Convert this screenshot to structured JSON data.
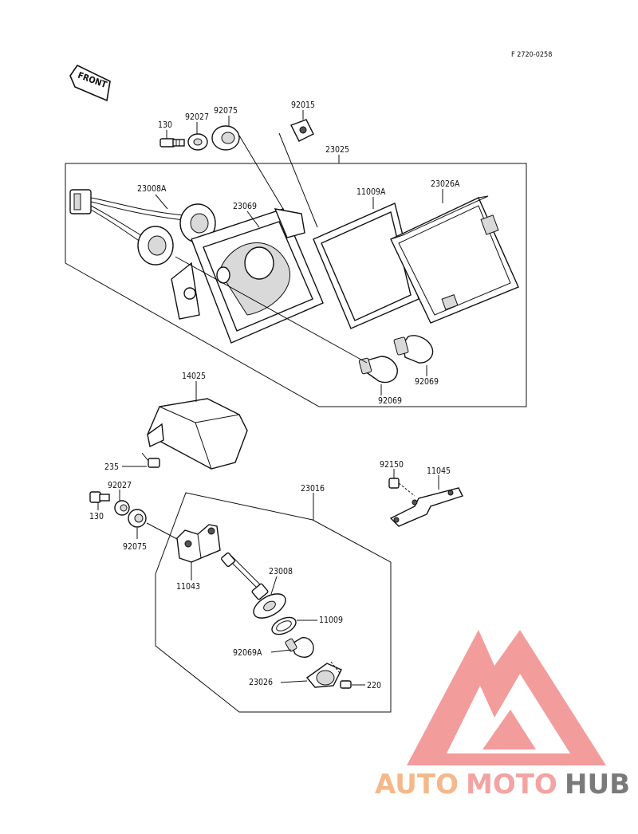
{
  "diagram_code": "F 2720-0258",
  "front_arrow": {
    "text": "FRONT",
    "icon": "front-arrow-icon"
  },
  "labels": {
    "p130a": "130",
    "p92027a": "92027",
    "p92075a": "92075",
    "p92015": "92015",
    "p23025": "23025",
    "p23008A": "23008A",
    "p23069": "23069",
    "p11009A": "11009A",
    "p23026A": "23026A",
    "p92069a": "92069",
    "p92069b": "92069",
    "p14025": "14025",
    "p235": "235",
    "p92150": "92150",
    "p11045": "11045",
    "p92027b": "92027",
    "p130b": "130",
    "p92075b": "92075",
    "p23016": "23016",
    "p11043": "11043",
    "p23008": "23008",
    "p11009": "11009",
    "p92069A": "92069A",
    "p23026": "23026",
    "p220": "220"
  },
  "watermark": {
    "parts": [
      "AUTO",
      "MOTO",
      "HUB"
    ],
    "colors": {
      "auto": "#f5b88a",
      "moto": "#f4a3a3",
      "hub": "#7a7a7a",
      "logo": "#f28b8b"
    }
  }
}
